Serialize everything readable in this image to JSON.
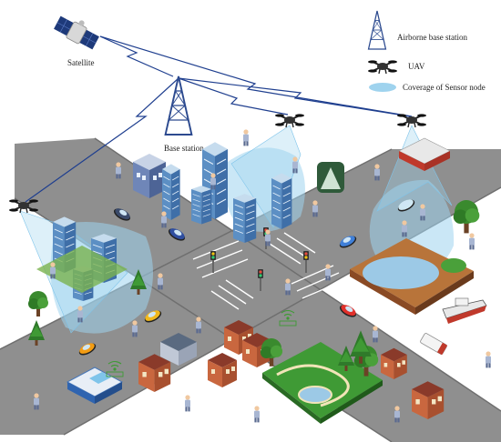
{
  "labels": {
    "satellite": "Satellite",
    "base_station": "Base station"
  },
  "legend": {
    "airborne": "Airborne base station",
    "uav": "UAV",
    "coverage": "Coverage of Sensor node"
  },
  "icons": {
    "satellite": "satellite-icon",
    "tower": "antenna-tower-icon",
    "uav": "quadcopter-icon",
    "person": "person-icon",
    "tree": "tree-icon",
    "car": "car-icon",
    "building": "building-icon",
    "lake": "lake-icon",
    "ship": "ship-icon",
    "traffic_light": "traffic-light-icon"
  },
  "colors": {
    "road": "#8c8c8c",
    "road_edge": "#6e6e6e",
    "coverage": "#9fd3ee",
    "link": "#1f3f8f",
    "beam": "#7fc4ea",
    "grass": "#3f9a35",
    "lake": "#9cc9e6"
  }
}
